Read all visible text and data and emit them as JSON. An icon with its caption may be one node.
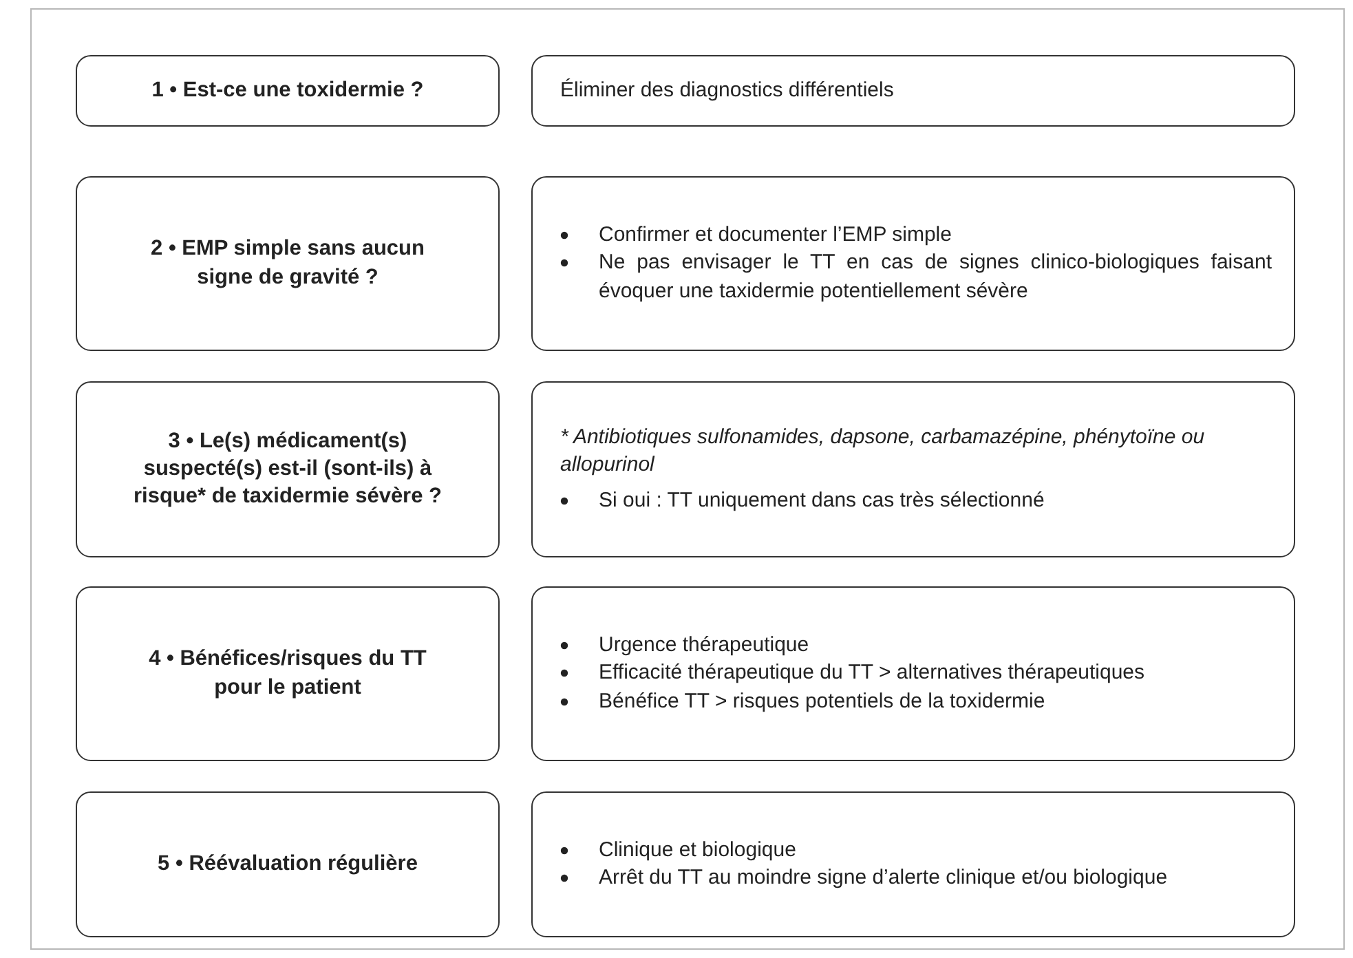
{
  "diagram": {
    "nodes": [
      {
        "text": [
          "1 • Est-ce une toxidermie ?"
        ]
      },
      {
        "text": [
          "Éliminer des diagnostics différentiels"
        ]
      },
      {
        "text": [
          "2 • EMP simple sans aucun signe de gravité ?"
        ]
      },
      {
        "text": [
          "Confirmer et documenter l’EMP simple",
          "Ne pas envisager le TT en cas de signes clinico-biologiques faisant évoquer une taxidermie potentiellement sévère"
        ]
      },
      {
        "text": [
          "3 • Le(s) médicament(s) suspecté(s) est-il (sont-ils) à risque* de taxidermie sévère ?"
        ]
      },
      {
        "text": [
          "* Antibiotiques sulfonamides, dapsone, carbamazépine, phénytoïne ou allopurinol",
          "Si oui : TT uniquement dans cas très sélectionné"
        ]
      },
      {
        "text": [
          "4 • Bénéfices/risques du TT pour le patient"
        ]
      },
      {
        "text": [
          "Urgence thérapeutique",
          "Efficacité thérapeutique du TT > alternatives thérapeutiques",
          "Bénéfice TT > risques potentiels de la toxidermie"
        ]
      },
      {
        "text": [
          "5 • Réévaluation régulière"
        ]
      },
      {
        "text": [
          "Clinique et biologique",
          "Arrêt du TT au moindre signe d’alerte clinique et/ou biologique"
        ]
      }
    ]
  }
}
